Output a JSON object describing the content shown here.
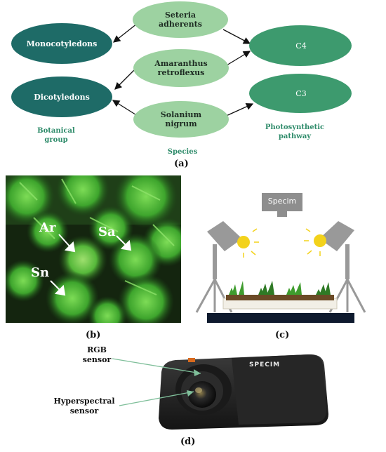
{
  "diagram": {
    "nodes": {
      "monocots": "Monocotyledons",
      "dicots": "Dicotyledons",
      "seteria_l1": "Seteria",
      "seteria_l2": "adherents",
      "amaranthus_l1": "Amaranthus",
      "amaranthus_l2": "retroflexus",
      "solanium_l1": "Solanium",
      "solanium_l2": "nigrum",
      "c4": "C4",
      "c3": "C3"
    },
    "groups": {
      "botanical_l1": "Botanical",
      "botanical_l2": "group",
      "species": "Species",
      "photosynthetic_l1": "Photosynthetic",
      "photosynthetic_l2": "pathway"
    },
    "colors": {
      "dark_node": "#1e6b67",
      "mid_node": "#3d9a6e",
      "light_node": "#9dd2a1",
      "group_text": "#2e8b6a"
    }
  },
  "panels": {
    "a": "(a)",
    "b": "(b)",
    "c": "(c)",
    "d": "(d)"
  },
  "photo_labels": {
    "ar": "Ar",
    "sa": "Sa",
    "sn": "Sn"
  },
  "setup": {
    "camera_label": "Specim"
  },
  "camera": {
    "rgb_l1": "RGB",
    "rgb_l2": "sensor",
    "hyper_l1": "Hyperspectral",
    "hyper_l2": "sensor",
    "brand": "SPECIM"
  }
}
